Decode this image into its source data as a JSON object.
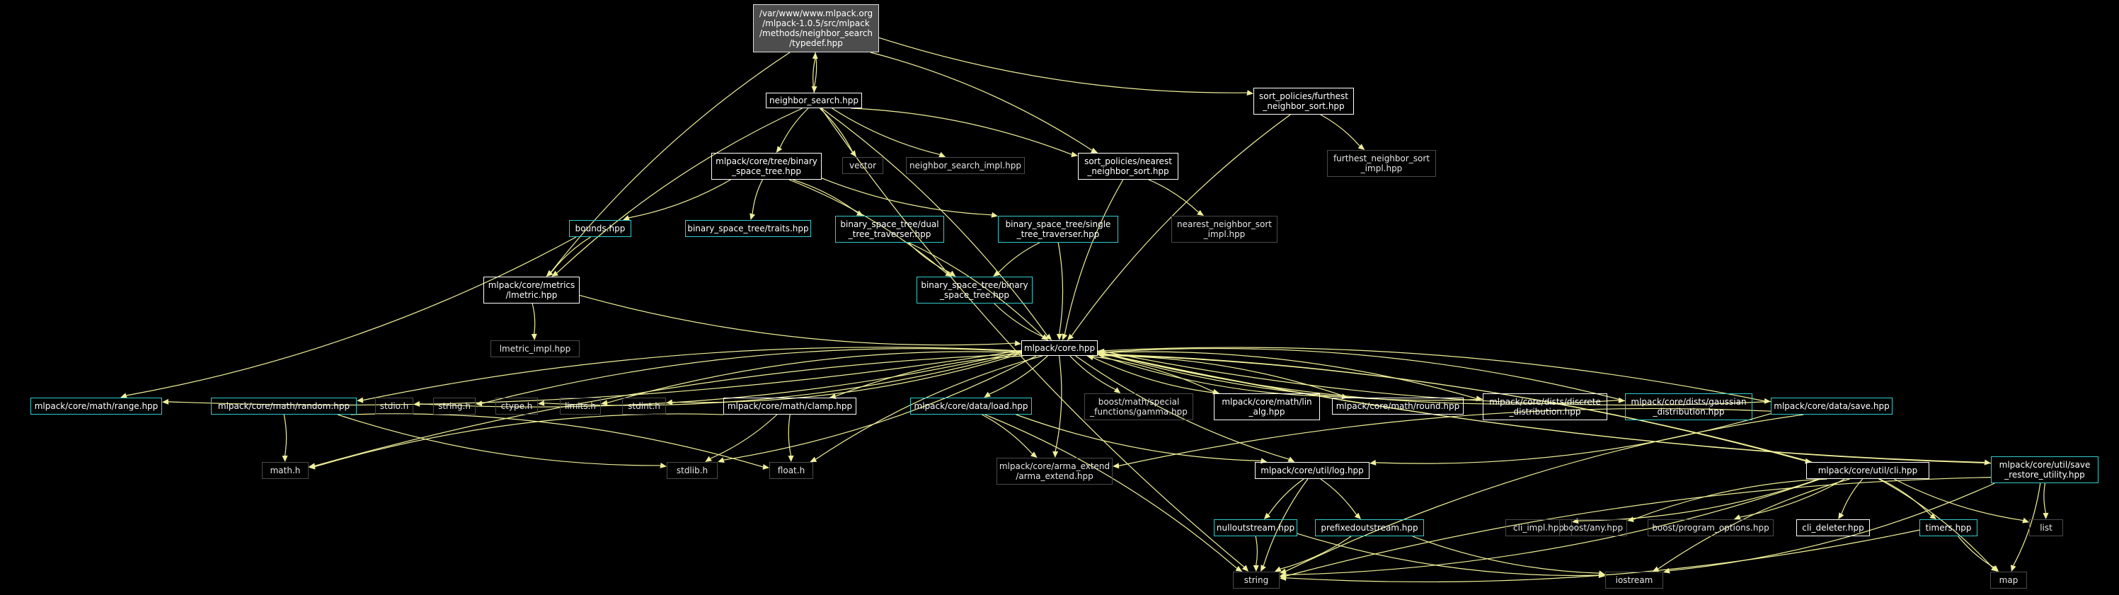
{
  "colors": {
    "background": "#000000",
    "edge": "#f0f09a",
    "linked_border": "#33cccc",
    "plain_border": "#ffffff",
    "external_border": "#4a4a4a",
    "root_fill": "#4d4d4d"
  },
  "nodes": [
    {
      "id": "root",
      "label": "/var/www/www.mlpack.org\n/mlpack-1.0.5/src/mlpack\n/methods/neighbor_search\n/typedef.hpp",
      "kind": "root"
    },
    {
      "id": "ns",
      "label": "neighbor_search.hpp",
      "kind": "plain"
    },
    {
      "id": "sp_far",
      "label": "sort_policies/furthest\n_neighbor_sort.hpp",
      "kind": "plain"
    },
    {
      "id": "sp_far_impl",
      "label": "furthest_neighbor_sort\n_impl.hpp",
      "kind": "ext"
    },
    {
      "id": "bst",
      "label": "mlpack/core/tree/binary\n_space_tree.hpp",
      "kind": "plain"
    },
    {
      "id": "vector",
      "label": "vector",
      "kind": "ext"
    },
    {
      "id": "ns_impl",
      "label": "neighbor_search_impl.hpp",
      "kind": "ext"
    },
    {
      "id": "sp_near",
      "label": "sort_policies/nearest\n_neighbor_sort.hpp",
      "kind": "plain"
    },
    {
      "id": "sp_near_impl",
      "label": "nearest_neighbor_sort\n_impl.hpp",
      "kind": "ext"
    },
    {
      "id": "bounds",
      "label": "bounds.hpp",
      "kind": "linked"
    },
    {
      "id": "traits",
      "label": "binary_space_tree/traits.hpp",
      "kind": "linked"
    },
    {
      "id": "dual",
      "label": "binary_space_tree/dual\n_tree_traverser.hpp",
      "kind": "linked"
    },
    {
      "id": "single",
      "label": "binary_space_tree/single\n_tree_traverser.hpp",
      "kind": "linked"
    },
    {
      "id": "lmetric",
      "label": "mlpack/core/metrics\n/lmetric.hpp",
      "kind": "plain"
    },
    {
      "id": "bstbin",
      "label": "binary_space_tree/binary\n_space_tree.hpp",
      "kind": "linked"
    },
    {
      "id": "lmetric_impl",
      "label": "lmetric_impl.hpp",
      "kind": "ext"
    },
    {
      "id": "core",
      "label": "mlpack/core.hpp",
      "kind": "plain"
    },
    {
      "id": "range",
      "label": "mlpack/core/math/range.hpp",
      "kind": "linked"
    },
    {
      "id": "random",
      "label": "mlpack/core/math/random.hpp",
      "kind": "linked"
    },
    {
      "id": "stdio",
      "label": "stdio.h",
      "kind": "ext"
    },
    {
      "id": "stringh",
      "label": "string.h",
      "kind": "ext"
    },
    {
      "id": "ctype",
      "label": "ctype.h",
      "kind": "ext"
    },
    {
      "id": "limits",
      "label": "limits.h",
      "kind": "ext"
    },
    {
      "id": "stdint",
      "label": "stdint.h",
      "kind": "ext"
    },
    {
      "id": "clamp",
      "label": "mlpack/core/math/clamp.hpp",
      "kind": "plain"
    },
    {
      "id": "load",
      "label": "mlpack/core/data/load.hpp",
      "kind": "linked"
    },
    {
      "id": "gamma",
      "label": "boost/math/special\n_functions/gamma.hpp",
      "kind": "ext"
    },
    {
      "id": "linalg",
      "label": "mlpack/core/math/lin\n_alg.hpp",
      "kind": "plain"
    },
    {
      "id": "round",
      "label": "mlpack/core/math/round.hpp",
      "kind": "plain"
    },
    {
      "id": "discrete",
      "label": "mlpack/core/dists/discrete\n_distribution.hpp",
      "kind": "plain"
    },
    {
      "id": "gaussian",
      "label": "mlpack/core/dists/gaussian\n_distribution.hpp",
      "kind": "linked"
    },
    {
      "id": "save",
      "label": "mlpack/core/data/save.hpp",
      "kind": "linked"
    },
    {
      "id": "mathh",
      "label": "math.h",
      "kind": "ext"
    },
    {
      "id": "stdlib",
      "label": "stdlib.h",
      "kind": "ext"
    },
    {
      "id": "float",
      "label": "float.h",
      "kind": "ext"
    },
    {
      "id": "arma",
      "label": "mlpack/core/arma_extend\n/arma_extend.hpp",
      "kind": "ext"
    },
    {
      "id": "log",
      "label": "mlpack/core/util/log.hpp",
      "kind": "plain"
    },
    {
      "id": "cli",
      "label": "mlpack/core/util/cli.hpp",
      "kind": "plain"
    },
    {
      "id": "saverestore",
      "label": "mlpack/core/util/save\n_restore_utility.hpp",
      "kind": "linked"
    },
    {
      "id": "nullout",
      "label": "nulloutstream.hpp",
      "kind": "linked"
    },
    {
      "id": "prefixed",
      "label": "prefixedoutstream.hpp",
      "kind": "linked"
    },
    {
      "id": "cli_impl",
      "label": "cli_impl.hpp",
      "kind": "ext"
    },
    {
      "id": "any",
      "label": "boost/any.hpp",
      "kind": "ext"
    },
    {
      "id": "po",
      "label": "boost/program_options.hpp",
      "kind": "ext"
    },
    {
      "id": "deleter",
      "label": "cli_deleter.hpp",
      "kind": "plain"
    },
    {
      "id": "timers",
      "label": "timers.hpp",
      "kind": "linked"
    },
    {
      "id": "list",
      "label": "list",
      "kind": "ext"
    },
    {
      "id": "string",
      "label": "string",
      "kind": "ext"
    },
    {
      "id": "iostream",
      "label": "iostream",
      "kind": "ext"
    },
    {
      "id": "map",
      "label": "map",
      "kind": "ext"
    }
  ],
  "edges": [
    [
      "root",
      "ns"
    ],
    [
      "root",
      "sp_far"
    ],
    [
      "root",
      "sp_near"
    ],
    [
      "root",
      "lmetric"
    ],
    [
      "ns",
      "root"
    ],
    [
      "ns",
      "bst"
    ],
    [
      "ns",
      "vector"
    ],
    [
      "ns",
      "ns_impl"
    ],
    [
      "ns",
      "sp_near"
    ],
    [
      "ns",
      "lmetric"
    ],
    [
      "ns",
      "core"
    ],
    [
      "ns",
      "string"
    ],
    [
      "sp_far",
      "sp_far_impl"
    ],
    [
      "sp_far",
      "core"
    ],
    [
      "sp_near",
      "sp_near_impl"
    ],
    [
      "sp_near",
      "core"
    ],
    [
      "bst",
      "bounds"
    ],
    [
      "bst",
      "traits"
    ],
    [
      "bst",
      "dual"
    ],
    [
      "bst",
      "single"
    ],
    [
      "bst",
      "bstbin"
    ],
    [
      "bounds",
      "lmetric"
    ],
    [
      "bounds",
      "range"
    ],
    [
      "dual",
      "bstbin"
    ],
    [
      "dual",
      "core"
    ],
    [
      "single",
      "bstbin"
    ],
    [
      "single",
      "core"
    ],
    [
      "bstbin",
      "core"
    ],
    [
      "lmetric",
      "lmetric_impl"
    ],
    [
      "lmetric",
      "core"
    ],
    [
      "core",
      "range"
    ],
    [
      "core",
      "random"
    ],
    [
      "core",
      "stdio"
    ],
    [
      "core",
      "stringh"
    ],
    [
      "core",
      "ctype"
    ],
    [
      "core",
      "limits"
    ],
    [
      "core",
      "stdint"
    ],
    [
      "core",
      "clamp"
    ],
    [
      "core",
      "load"
    ],
    [
      "core",
      "gamma"
    ],
    [
      "core",
      "linalg"
    ],
    [
      "core",
      "round"
    ],
    [
      "core",
      "discrete"
    ],
    [
      "core",
      "gaussian"
    ],
    [
      "core",
      "save"
    ],
    [
      "core",
      "mathh"
    ],
    [
      "core",
      "stdlib"
    ],
    [
      "core",
      "float"
    ],
    [
      "core",
      "arma"
    ],
    [
      "core",
      "log"
    ],
    [
      "core",
      "cli"
    ],
    [
      "core",
      "saverestore"
    ],
    [
      "random",
      "mathh"
    ],
    [
      "random",
      "stdlib"
    ],
    [
      "random",
      "float"
    ],
    [
      "clamp",
      "mathh"
    ],
    [
      "clamp",
      "stdlib"
    ],
    [
      "clamp",
      "float"
    ],
    [
      "load",
      "arma"
    ],
    [
      "load",
      "log"
    ],
    [
      "load",
      "string"
    ],
    [
      "save",
      "arma"
    ],
    [
      "save",
      "log"
    ],
    [
      "save",
      "string"
    ],
    [
      "linalg",
      "core"
    ],
    [
      "round",
      "core"
    ],
    [
      "discrete",
      "core"
    ],
    [
      "gaussian",
      "core"
    ],
    [
      "save",
      "core"
    ],
    [
      "cli",
      "core"
    ],
    [
      "saverestore",
      "core"
    ],
    [
      "log",
      "nullout"
    ],
    [
      "log",
      "prefixed"
    ],
    [
      "log",
      "string"
    ],
    [
      "nullout",
      "string"
    ],
    [
      "nullout",
      "iostream"
    ],
    [
      "prefixed",
      "string"
    ],
    [
      "prefixed",
      "iostream"
    ],
    [
      "cli",
      "cli_impl"
    ],
    [
      "cli",
      "any"
    ],
    [
      "cli",
      "po"
    ],
    [
      "cli",
      "deleter"
    ],
    [
      "cli",
      "timers"
    ],
    [
      "cli",
      "list"
    ],
    [
      "cli",
      "string"
    ],
    [
      "cli",
      "iostream"
    ],
    [
      "cli",
      "map"
    ],
    [
      "timers",
      "map"
    ],
    [
      "timers",
      "string"
    ],
    [
      "saverestore",
      "list"
    ],
    [
      "saverestore",
      "map"
    ],
    [
      "saverestore",
      "string"
    ],
    [
      "saverestore",
      "iostream"
    ]
  ]
}
